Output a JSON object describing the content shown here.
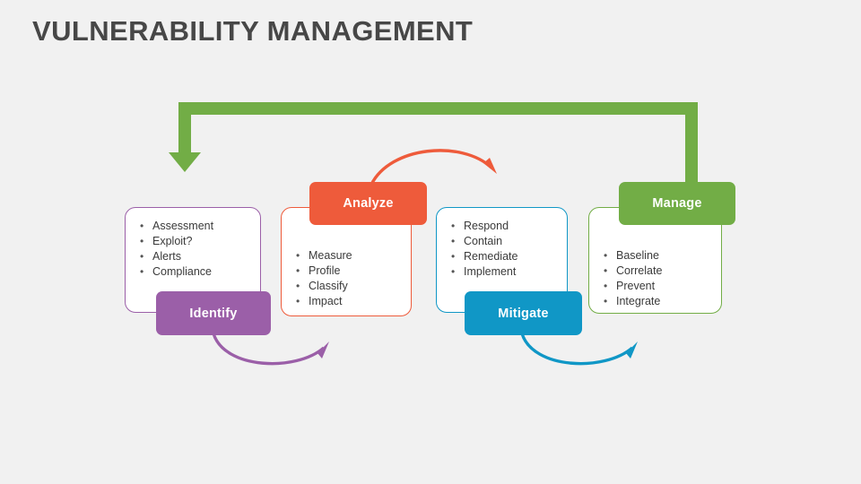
{
  "page": {
    "title": "VULNERABILITY MANAGEMENT",
    "background_color": "#f1f1f1",
    "title_color": "#474747"
  },
  "diagram": {
    "type": "cycle-process",
    "stages": [
      {
        "id": "identify",
        "label": "Identify",
        "color": "#9b5fa8",
        "label_position": "bottom",
        "items": [
          "Assessment",
          "Exploit?",
          "Alerts",
          "Compliance"
        ]
      },
      {
        "id": "analyze",
        "label": "Analyze",
        "color": "#ee5b3b",
        "label_position": "top",
        "items": [
          "Measure",
          "Profile",
          "Classify",
          "Impact"
        ]
      },
      {
        "id": "mitigate",
        "label": "Mitigate",
        "color": "#1097c6",
        "label_position": "bottom",
        "items": [
          "Respond",
          "Contain",
          "Remediate",
          "Implement"
        ]
      },
      {
        "id": "manage",
        "label": "Manage",
        "color": "#72ad46",
        "label_position": "top",
        "items": [
          "Baseline",
          "Correlate",
          "Prevent",
          "Integrate"
        ]
      }
    ],
    "connectors": [
      {
        "id": "identify-to-analyze",
        "from": "identify",
        "to": "analyze",
        "color": "#9b5fa8",
        "shape": "arc-below"
      },
      {
        "id": "analyze-to-mitigate",
        "from": "analyze",
        "to": "mitigate",
        "color": "#ee5b3b",
        "shape": "arc-above"
      },
      {
        "id": "mitigate-to-manage",
        "from": "mitigate",
        "to": "manage",
        "color": "#1097c6",
        "shape": "arc-below"
      },
      {
        "id": "manage-to-identify",
        "from": "manage",
        "to": "identify",
        "color": "#72ad46",
        "shape": "elbow-loop-top"
      }
    ]
  }
}
